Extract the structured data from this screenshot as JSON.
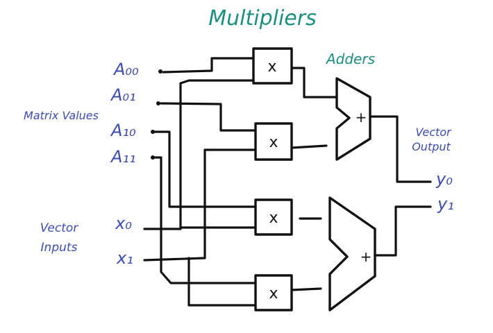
{
  "title": "Multipliers",
  "adders_label": "Adders",
  "matrix_group_label": "Matrix Values",
  "vector_inputs_label_line1": "Vector",
  "vector_inputs_label_line2": "Inputs",
  "vector_output_label_line1": "Vector",
  "vector_output_label_line2": "Output",
  "matrix_inputs": [
    "A₀₀",
    "A₀₁",
    "A₁₀",
    "A₁₁"
  ],
  "vector_inputs": [
    "x₀",
    "x₁"
  ],
  "outputs": [
    "y₀",
    "y₁"
  ],
  "multiplier_symbol": "x",
  "adder_symbol": "+",
  "colors": {
    "title": "#1a8f7e",
    "labels": "#3b4bb0",
    "wires": "#111111"
  }
}
